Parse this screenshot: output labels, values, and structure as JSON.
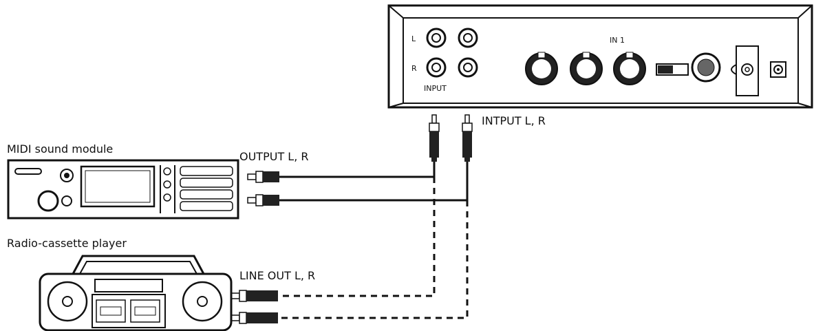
{
  "labels": {
    "midi_module": "MIDI sound module",
    "radio_cassette": "Radio-cassette player",
    "output_lr": "OUTPUT L, R",
    "line_out_lr": "LINE OUT L, R",
    "input_lr": "INTPUT L, R",
    "panel_l": "L",
    "panel_r": "R",
    "panel_input": "INPUT",
    "panel_in1": "IN 1"
  },
  "colors": {
    "ink": "#111111",
    "background": "#ffffff"
  }
}
